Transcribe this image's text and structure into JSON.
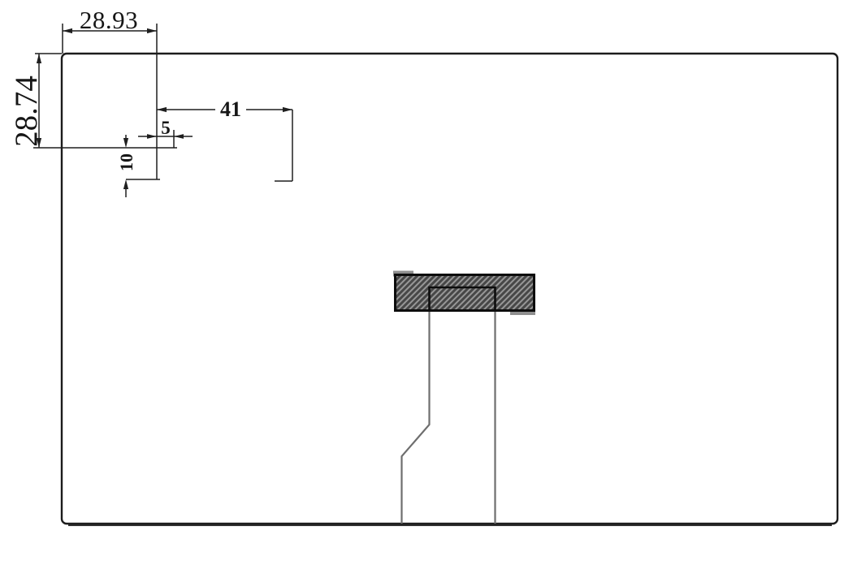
{
  "drawing_type": "antenna-cad-dimension-drawing",
  "dimensions": {
    "top_width": "28.93",
    "left_height": "28.74",
    "offset_width": "41",
    "gap_width": "5",
    "gap_height": "10"
  },
  "colors": {
    "outline": "#1c1c1c",
    "dimension_lines": "#1f1f1f",
    "patch_border": "#0d0d0d",
    "hatch_dark": "#474747",
    "hatch_light": "#979797",
    "feed_line": "#6e6e6e",
    "pad_tab": "#8f8f8f",
    "background": "#ffffff"
  }
}
